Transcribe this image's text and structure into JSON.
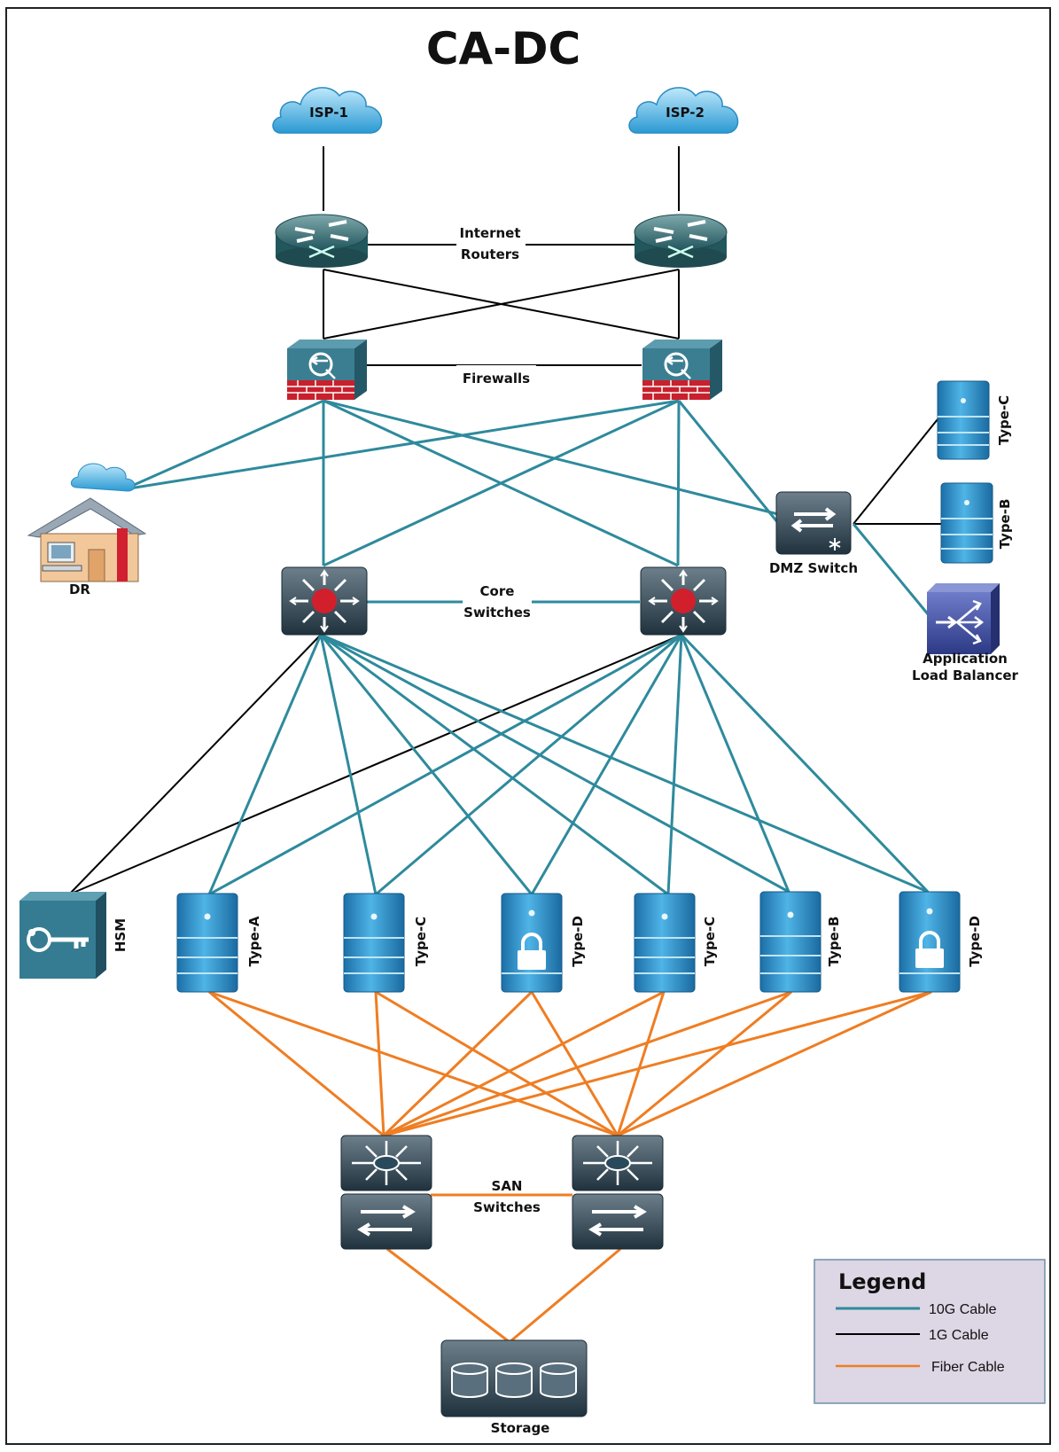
{
  "title": "CA-DC",
  "labels": {
    "isp1": "ISP-1",
    "isp2": "ISP-2",
    "routers_1": "Internet",
    "routers_2": "Routers",
    "firewalls": "Firewalls",
    "core_1": "Core",
    "core_2": "Switches",
    "dmz": "DMZ Switch",
    "dr": "DR",
    "alb_1": "Application",
    "alb_2": "Load Balancer",
    "hsm": "HSM",
    "san_1": "SAN",
    "san_2": "Switches",
    "storage": "Storage"
  },
  "dmz_servers": [
    "Type-C",
    "Type-B"
  ],
  "servers": [
    "Type-A",
    "Type-C",
    "Type-D",
    "Type-C",
    "Type-B",
    "Type-D"
  ],
  "legend": {
    "title": "Legend",
    "items": [
      {
        "label": "10G Cable",
        "color": "#2e8a9c"
      },
      {
        "label": "1G Cable",
        "color": "#000000"
      },
      {
        "label": "Fiber Cable",
        "color": "#ef7d22"
      }
    ]
  },
  "colors": {
    "cable_10g": "#2e8a9c",
    "cable_1g": "#000000",
    "cable_fiber": "#ef7d22",
    "legend_bg": "#ddd6e4"
  }
}
